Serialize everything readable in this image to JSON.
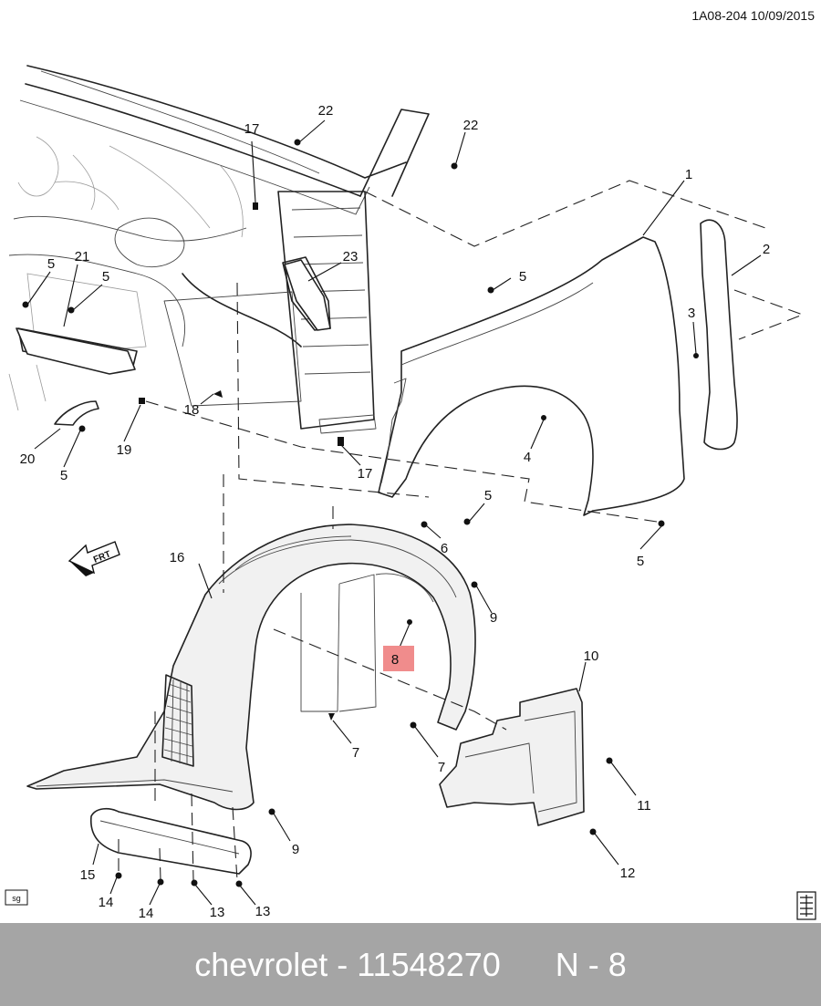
{
  "header": {
    "ref": "1A08-204  10/09/2015"
  },
  "icons": {
    "sg": "sg",
    "frt": "FRT"
  },
  "highlight_color": "#f08c8c",
  "callouts": [
    {
      "id": "c1",
      "label": "1"
    },
    {
      "id": "c2",
      "label": "2"
    },
    {
      "id": "c3",
      "label": "3"
    },
    {
      "id": "c4",
      "label": "4"
    },
    {
      "id": "c5a",
      "label": "5"
    },
    {
      "id": "c5b",
      "label": "5"
    },
    {
      "id": "c5c",
      "label": "5"
    },
    {
      "id": "c5d",
      "label": "5"
    },
    {
      "id": "c5e",
      "label": "5"
    },
    {
      "id": "c5f",
      "label": "5"
    },
    {
      "id": "c6",
      "label": "6"
    },
    {
      "id": "c7a",
      "label": "7"
    },
    {
      "id": "c7b",
      "label": "7"
    },
    {
      "id": "c8",
      "label": "8"
    },
    {
      "id": "c9a",
      "label": "9"
    },
    {
      "id": "c9b",
      "label": "9"
    },
    {
      "id": "c10",
      "label": "10"
    },
    {
      "id": "c11",
      "label": "11"
    },
    {
      "id": "c12",
      "label": "12"
    },
    {
      "id": "c13a",
      "label": "13"
    },
    {
      "id": "c13b",
      "label": "13"
    },
    {
      "id": "c14a",
      "label": "14"
    },
    {
      "id": "c14b",
      "label": "14"
    },
    {
      "id": "c15",
      "label": "15"
    },
    {
      "id": "c16",
      "label": "16"
    },
    {
      "id": "c17a",
      "label": "17"
    },
    {
      "id": "c17b",
      "label": "17"
    },
    {
      "id": "c18",
      "label": "18"
    },
    {
      "id": "c19",
      "label": "19"
    },
    {
      "id": "c20",
      "label": "20"
    },
    {
      "id": "c21",
      "label": "21"
    },
    {
      "id": "c22a",
      "label": "22"
    },
    {
      "id": "c22b",
      "label": "22"
    },
    {
      "id": "c23",
      "label": "23"
    }
  ],
  "footer": {
    "text": "chevrolet - 11548270      N - 8"
  }
}
